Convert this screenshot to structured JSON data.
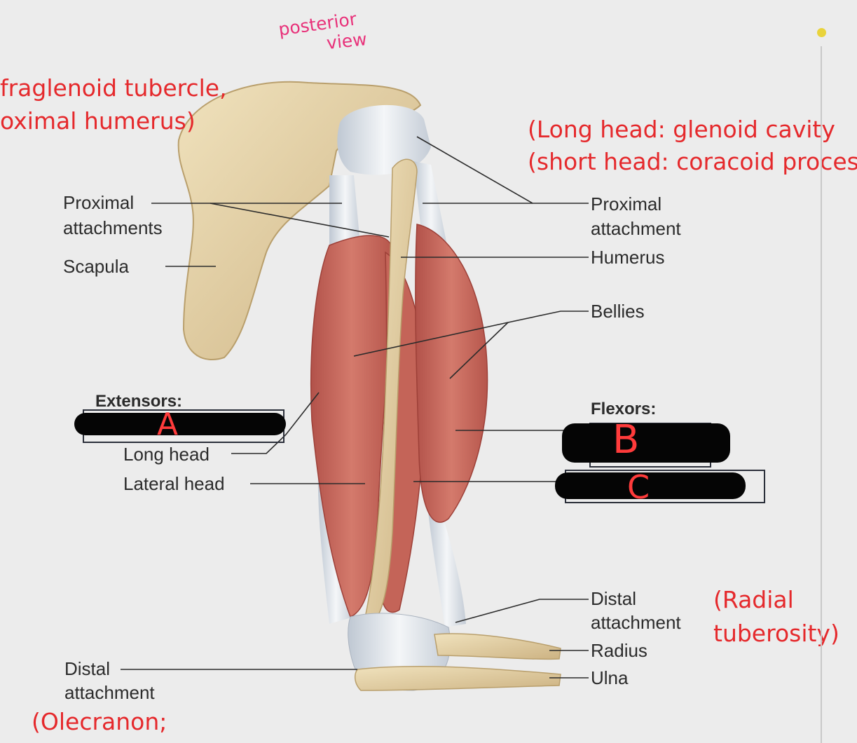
{
  "annotations": {
    "handwritten_title_line1": "posterior",
    "handwritten_title_line2": "view",
    "red_left_top_line1": "fraglenoid tubercle,",
    "red_left_top_line2": "oximal humerus)",
    "red_right_top_line1": "(Long head: glenoid cavity",
    "red_right_top_line2": "(short head: coracoid proces",
    "red_right_bottom_line1": "(Radial",
    "red_right_bottom_line2": "tuberosity)",
    "red_left_bottom": "(Olecranon;"
  },
  "labels": {
    "proximal_attachments_line1": "Proximal",
    "proximal_attachments_line2": "attachments",
    "scapula": "Scapula",
    "proximal_attachment_line1": "Proximal",
    "proximal_attachment_line2": "attachment",
    "humerus": "Humerus",
    "bellies": "Bellies",
    "extensors": "Extensors:",
    "flexors": "Flexors:",
    "long_head": "Long head",
    "lateral_head": "Lateral head",
    "distal_attachment_right_line1": "Distal",
    "distal_attachment_right_line2": "attachment",
    "radius": "Radius",
    "ulna": "Ulna",
    "distal_attachment_left_line1": "Distal",
    "distal_attachment_left_line2": "attachment"
  },
  "answer_letters": {
    "a": "A",
    "b": "B",
    "c": "C"
  },
  "colors": {
    "annotation_red": "#e5292c",
    "handwriting_pink": "#e8327a",
    "muscle": "#c9685c",
    "bone": "#e6d3a6",
    "tendon": "#dde3ea",
    "redaction": "#050505"
  }
}
